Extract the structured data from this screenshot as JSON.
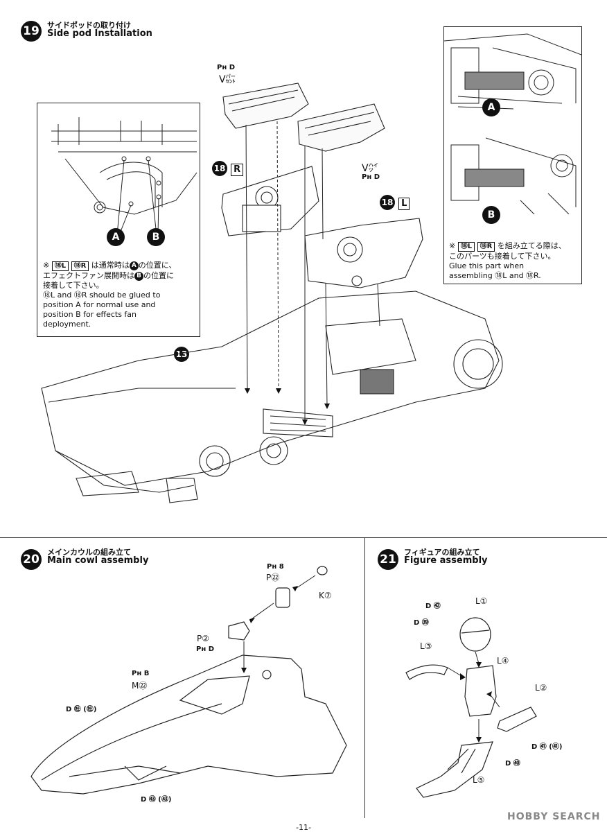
{
  "step19": {
    "number": "19",
    "title_jp": "サイドポッドの取り付け",
    "title_en": "Side pod Installation",
    "parts": {
      "v23_top": "Pʜ D",
      "v23": "V㌫",
      "v22": "V㌪",
      "v22_bottom": "Pʜ D",
      "r18_num": "18",
      "r18_letter": "R",
      "l18_num": "18",
      "l18_letter": "L",
      "part13": "13"
    },
    "left_note": {
      "line1_mark": "※",
      "line1_text": "は通常時は",
      "line1_text2": "の位置に、",
      "line2": "エフェクトファン展開時は",
      "line2b": "の位置に",
      "line3": "接着して下さい。",
      "en1": "⑱L and ⑱R should be glued to",
      "en2": "position A for normal use and",
      "en3": "position B for effects fan",
      "en4": "deployment.",
      "pos_a": "A",
      "pos_b": "B"
    },
    "right_note": {
      "line1_mark": "※",
      "line1_text": "を組み立てる際は、",
      "line2": "このパーツも接着して下さい。",
      "en1": "Glue this part when",
      "en2": "assembling ⑱L and ⑱R.",
      "label_a": "A",
      "label_b": "B"
    }
  },
  "step20": {
    "number": "20",
    "title_jp": "メインカウルの組み立て",
    "title_en": "Main cowl assembly",
    "labels": {
      "ph8": "Pʜ 8",
      "p25": "P㉒",
      "k7": "K⑦",
      "p2": "P②",
      "ph_d": "Pʜ D",
      "ph_b": "Pʜ B",
      "m25": "M㉒",
      "d51": "D ㊓ (㊓)",
      "d43": "D ㊸ (㊸)"
    }
  },
  "step21": {
    "number": "21",
    "title_jp": "フィギュアの組み立て",
    "title_en": "Figure assembly",
    "labels": {
      "d62": "D ㊷",
      "d59": "D ㊴",
      "l1": "L①",
      "l3": "L③",
      "l4": "L④",
      "l2": "L②",
      "d61": "D ㊶ (㊶)",
      "d60": "D ㊵",
      "l5": "L⑤"
    }
  },
  "footer": {
    "page_number": "-11-",
    "watermark": "HOBBY SEARCH"
  }
}
